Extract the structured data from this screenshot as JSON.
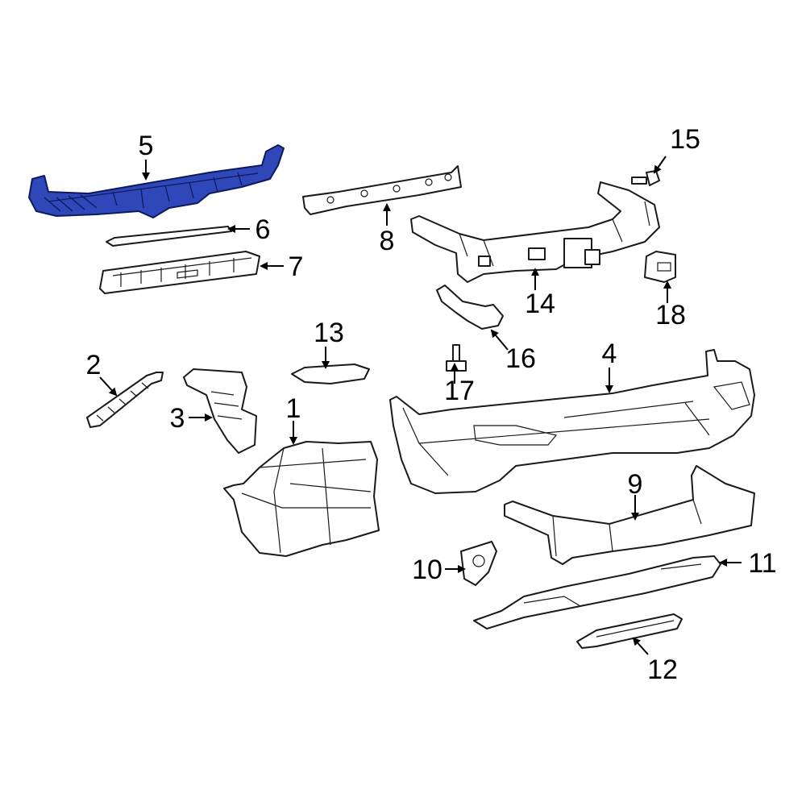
{
  "colors": {
    "highlight": "#2f47b8",
    "outline": "#1a1a1a",
    "background": "#ffffff"
  },
  "callouts": [
    {
      "id": "1",
      "label": "1"
    },
    {
      "id": "2",
      "label": "2"
    },
    {
      "id": "3",
      "label": "3"
    },
    {
      "id": "4",
      "label": "4"
    },
    {
      "id": "5",
      "label": "5"
    },
    {
      "id": "6",
      "label": "6"
    },
    {
      "id": "7",
      "label": "7"
    },
    {
      "id": "8",
      "label": "8"
    },
    {
      "id": "9",
      "label": "9"
    },
    {
      "id": "10",
      "label": "10"
    },
    {
      "id": "11",
      "label": "11"
    },
    {
      "id": "12",
      "label": "12"
    },
    {
      "id": "13",
      "label": "13"
    },
    {
      "id": "14",
      "label": "14"
    },
    {
      "id": "15",
      "label": "15"
    },
    {
      "id": "16",
      "label": "16"
    },
    {
      "id": "17",
      "label": "17"
    },
    {
      "id": "18",
      "label": "18"
    }
  ],
  "highlighted_part": "5"
}
